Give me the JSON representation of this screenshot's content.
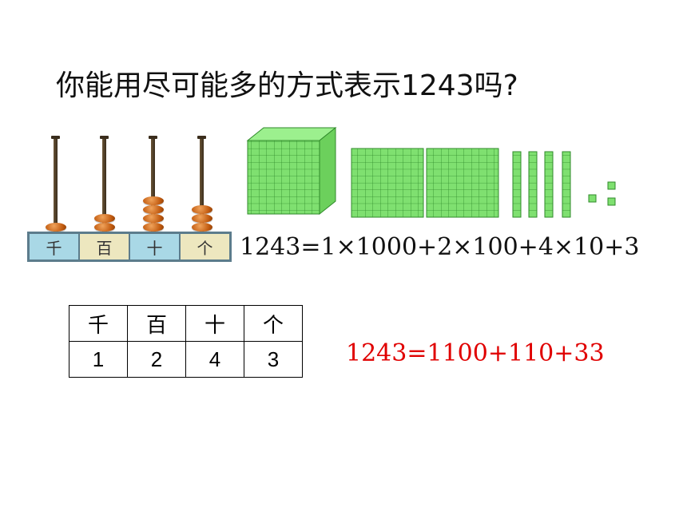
{
  "title": "你能用尽可能多的方式表示1243吗?",
  "abacus": {
    "places": [
      "千",
      "百",
      "十",
      "个"
    ],
    "bead_counts": [
      1,
      2,
      4,
      3
    ],
    "bead_color": "#d2691e"
  },
  "blocks": {
    "counts": {
      "thousand_cube": 1,
      "hundred_flat": 2,
      "ten_rod": 4,
      "unit_cube": 3
    },
    "color": "#7fe070"
  },
  "expansion": "1243=1×1000+2×100+4×10+3",
  "table": {
    "headers": [
      "千",
      "百",
      "十",
      "个"
    ],
    "values": [
      "1",
      "2",
      "4",
      "3"
    ]
  },
  "alternative": "1243=1100+110+33",
  "colors": {
    "alternative_text": "#e00000"
  }
}
